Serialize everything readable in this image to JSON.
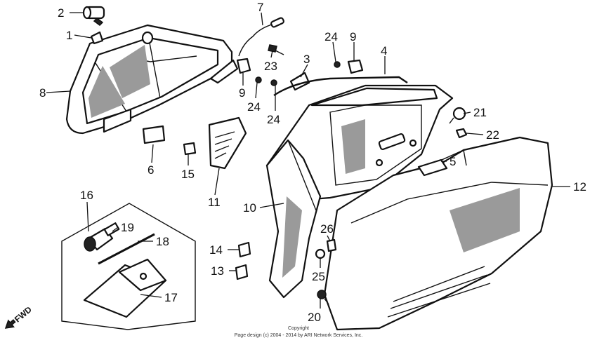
{
  "callouts": [
    {
      "id": "c1",
      "label": "1"
    },
    {
      "id": "c2",
      "label": "2"
    },
    {
      "id": "c3",
      "label": "3"
    },
    {
      "id": "c4",
      "label": "4"
    },
    {
      "id": "c5",
      "label": "5"
    },
    {
      "id": "c6",
      "label": "6"
    },
    {
      "id": "c7",
      "label": "7"
    },
    {
      "id": "c8",
      "label": "8"
    },
    {
      "id": "c9a",
      "label": "9"
    },
    {
      "id": "c9b",
      "label": "9"
    },
    {
      "id": "c10",
      "label": "10"
    },
    {
      "id": "c11",
      "label": "11"
    },
    {
      "id": "c12",
      "label": "12"
    },
    {
      "id": "c13",
      "label": "13"
    },
    {
      "id": "c14",
      "label": "14"
    },
    {
      "id": "c15",
      "label": "15"
    },
    {
      "id": "c16",
      "label": "16"
    },
    {
      "id": "c17",
      "label": "17"
    },
    {
      "id": "c18",
      "label": "18"
    },
    {
      "id": "c19",
      "label": "19"
    },
    {
      "id": "c20",
      "label": "20"
    },
    {
      "id": "c21",
      "label": "21"
    },
    {
      "id": "c22",
      "label": "22"
    },
    {
      "id": "c23",
      "label": "23"
    },
    {
      "id": "c24a",
      "label": "24"
    },
    {
      "id": "c24b",
      "label": "24"
    },
    {
      "id": "c24c",
      "label": "24"
    },
    {
      "id": "c25",
      "label": "25"
    },
    {
      "id": "c26",
      "label": "26"
    }
  ],
  "direction_marker": "FWD",
  "copyright": {
    "line1": "Copyright",
    "line2": "Page design (c) 2004 - 2014 by ARI Network Services, Inc."
  }
}
